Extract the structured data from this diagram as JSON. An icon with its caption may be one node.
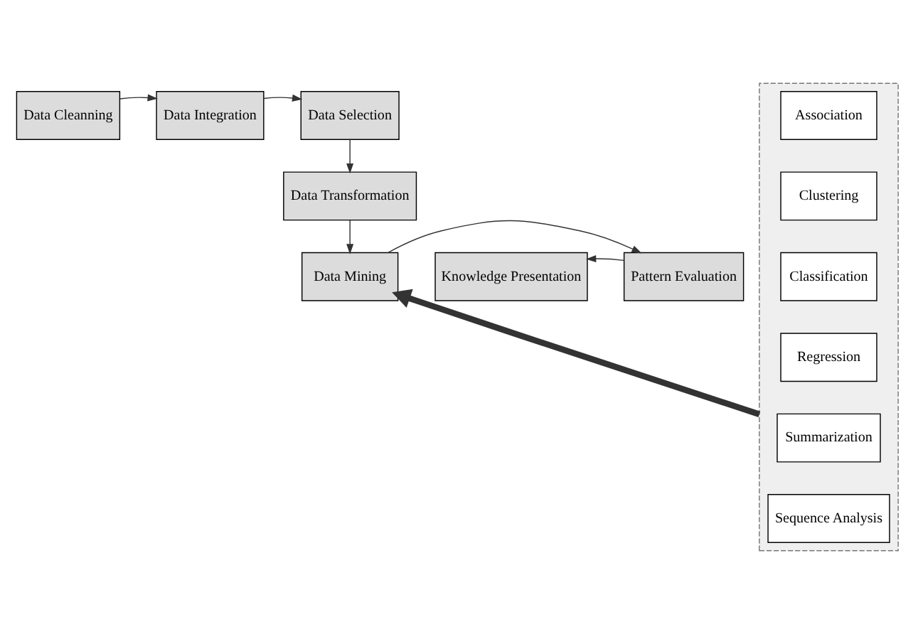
{
  "diagram": {
    "nodes": [
      {
        "text": [
          "Data Cleanning"
        ]
      },
      {
        "text": [
          "Data Integration"
        ]
      },
      {
        "text": [
          "Data Selection"
        ]
      },
      {
        "text": [
          "Data Transformation"
        ]
      },
      {
        "text": [
          "Data Mining"
        ]
      },
      {
        "text": [
          "Pattern Evaluation"
        ]
      },
      {
        "text": [
          "Knowledge Presentation"
        ]
      },
      {
        "text": [],
        "shape": "box"
      },
      {
        "text": [
          "Association"
        ],
        "in": 7
      },
      {
        "text": [
          "Clustering"
        ],
        "in": 7
      },
      {
        "text": [
          "Classification"
        ],
        "in": 7
      },
      {
        "text": [
          "Regression"
        ],
        "in": 7
      },
      {
        "text": [
          "Summarization"
        ],
        "in": 7
      },
      {
        "text": [
          "Sequence Analysis"
        ],
        "in": 7
      }
    ],
    "edges": [
      {
        "from": 0,
        "to": 1,
        "arrow": "to"
      },
      {
        "from": 1,
        "to": 2,
        "arrow": "to"
      },
      {
        "from": 2,
        "to": 3,
        "arrow": "to"
      },
      {
        "from": 3,
        "to": 4,
        "arrow": "to"
      },
      {
        "from": 4,
        "to": 5,
        "arrow": "to"
      },
      {
        "from": 5,
        "to": 6,
        "arrow": "to"
      },
      {
        "from": 7,
        "to": 4,
        "arrow": "to",
        "style": "thick"
      }
    ]
  }
}
